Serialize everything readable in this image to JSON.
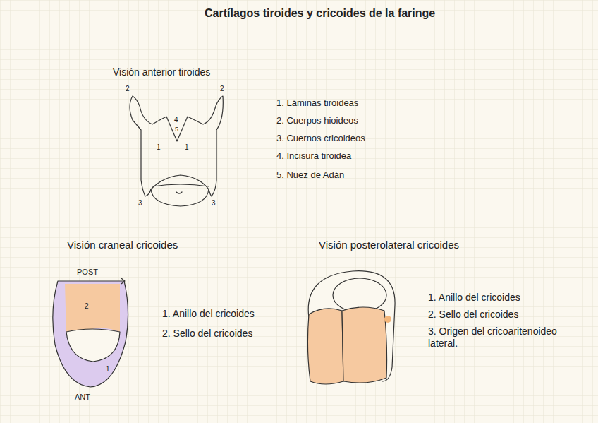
{
  "diagram": {
    "title": "Cartílagos tiroides y cricoides de la faringe",
    "labels": [
      "Visión anterior tiroides",
      "2",
      "2",
      "4",
      "5",
      "1",
      "1",
      "3",
      "3",
      "1. Láminas tiroideas",
      "2. Cuerpos hioideos",
      "3. Cuernos cricoideos",
      "4. Incisura tiroidea",
      "5. Nuez de Adán",
      "Visión craneal cricoides",
      "POST",
      "2",
      "1",
      "ANT",
      "1. Anillo del cricoides",
      "2. Sello del cricoides",
      "Visión posterolateral cricoides",
      "1. Anillo del cricoides",
      "2. Sello del cricoides",
      "3. Origen del cricoaritenoideo lateral."
    ]
  }
}
